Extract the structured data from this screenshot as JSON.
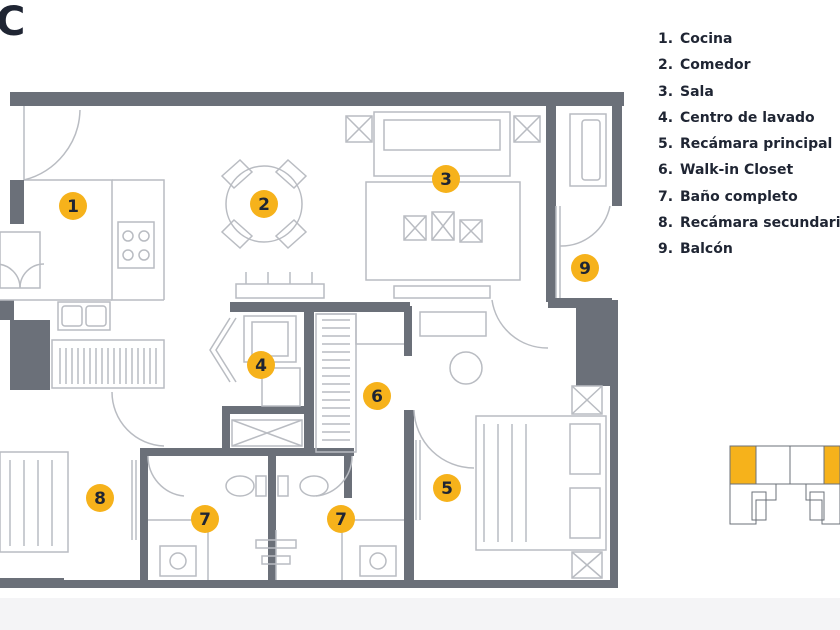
{
  "plan": {
    "title": "C"
  },
  "legend": {
    "items": [
      {
        "num": "1.",
        "label": "Cocina"
      },
      {
        "num": "2.",
        "label": "Comedor"
      },
      {
        "num": "3.",
        "label": "Sala"
      },
      {
        "num": "4.",
        "label": "Centro de lavado"
      },
      {
        "num": "5.",
        "label": "Recámara principal"
      },
      {
        "num": "6.",
        "label": "Walk-in Closet"
      },
      {
        "num": "7.",
        "label": "Baño completo"
      },
      {
        "num": "8.",
        "label": "Recámara secundaria"
      },
      {
        "num": "9.",
        "label": "Balcón"
      }
    ]
  },
  "markers": {
    "n1": "1",
    "n2": "2",
    "n3": "3",
    "n4": "4",
    "n5": "5",
    "n6": "6",
    "n7a": "7",
    "n7b": "7",
    "n8": "8",
    "n9": "9"
  },
  "colors": {
    "wall": "#6b7079",
    "badge": "#f6b21b",
    "text": "#1f2533",
    "line": "#b9bcc2",
    "keyplan_highlight": "#f6b21b"
  }
}
